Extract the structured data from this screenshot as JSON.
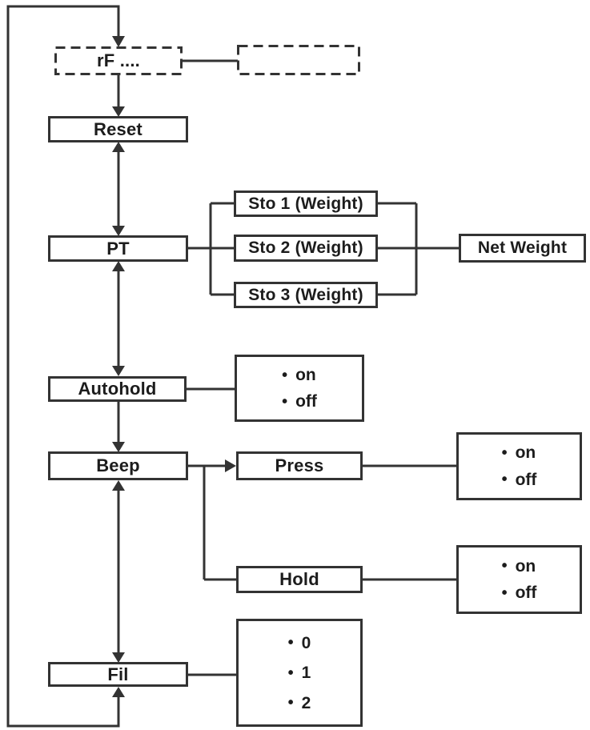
{
  "diagram": {
    "title": "menu-structure-flowchart",
    "bullet": "•",
    "colors": {
      "line": "#333333",
      "background": "#ffffff",
      "text": "#1c1c1c"
    },
    "nodes": {
      "rf": {
        "label": "rF ...."
      },
      "reset": {
        "label": "Reset"
      },
      "pt": {
        "label": "PT"
      },
      "sto1": {
        "label": "Sto 1 (Weight)"
      },
      "sto2": {
        "label": "Sto 2 (Weight)"
      },
      "sto3": {
        "label": "Sto 3 (Weight)"
      },
      "net_weight": {
        "label": "Net Weight"
      },
      "autohold": {
        "label": "Autohold"
      },
      "autohold_options": {
        "items": [
          "on",
          "off"
        ]
      },
      "beep": {
        "label": "Beep"
      },
      "press": {
        "label": "Press"
      },
      "press_options": {
        "items": [
          "on",
          "off"
        ]
      },
      "hold": {
        "label": "Hold"
      },
      "hold_options": {
        "items": [
          "on",
          "off"
        ]
      },
      "fil": {
        "label": "Fil"
      },
      "fil_options": {
        "items": [
          "0",
          "1",
          "2"
        ]
      }
    }
  }
}
